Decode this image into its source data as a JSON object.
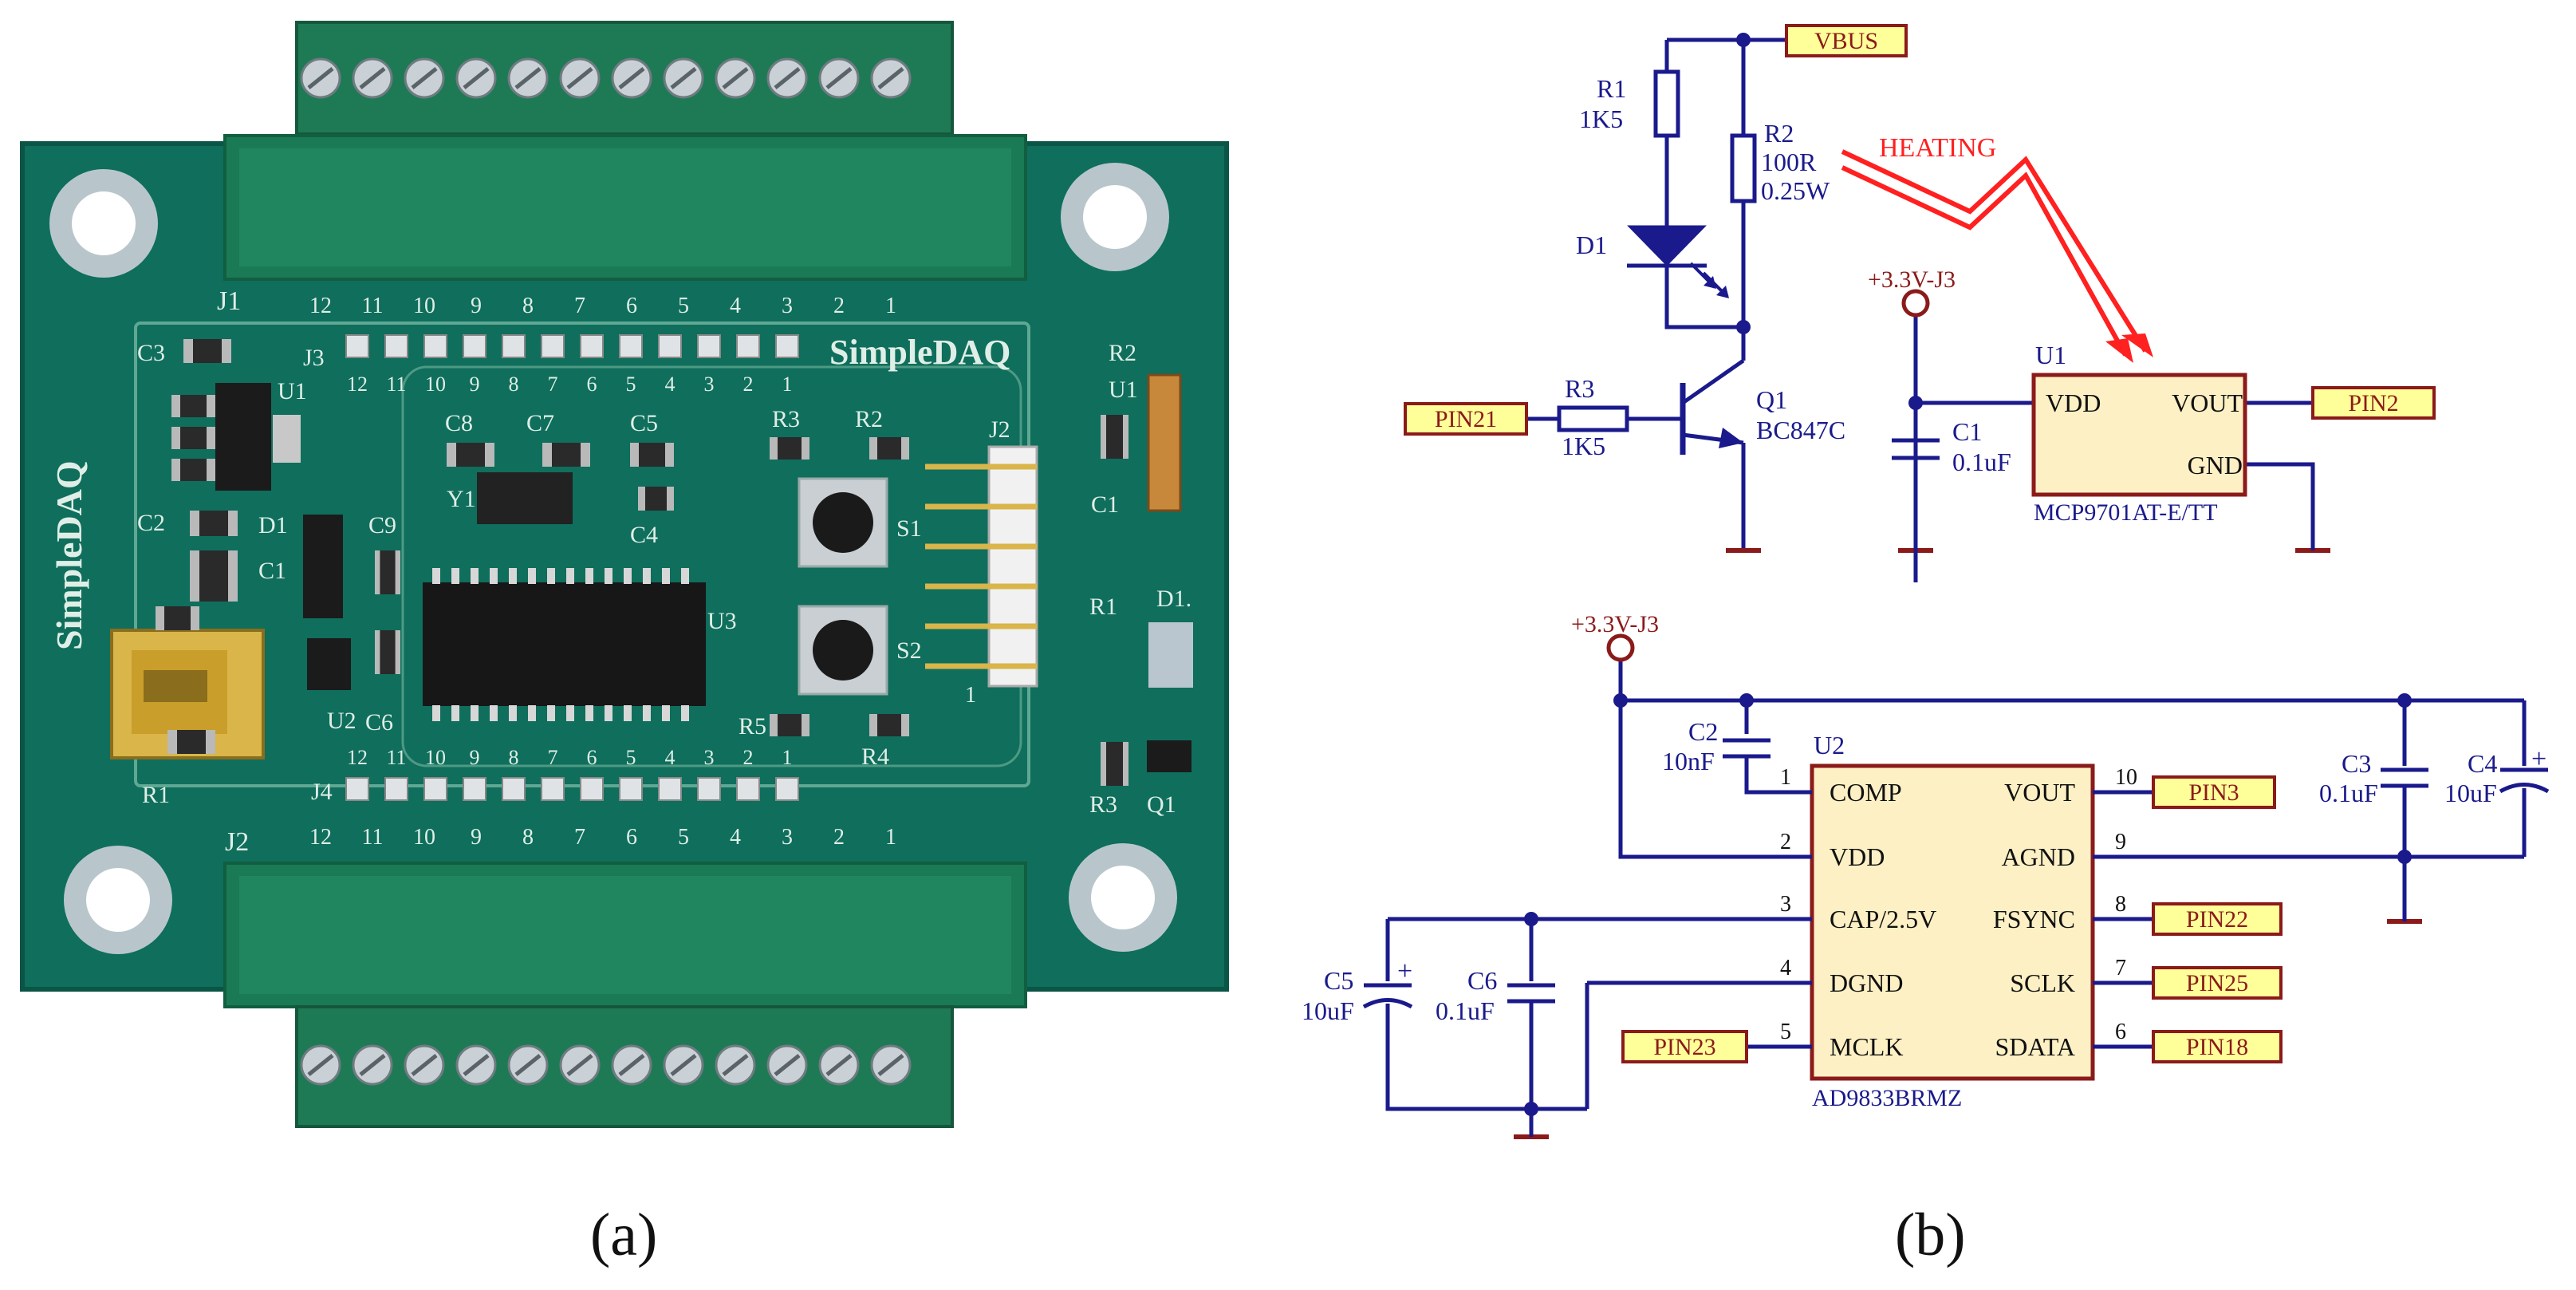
{
  "captions": {
    "a": "(a)",
    "b": "(b)"
  },
  "pcb": {
    "silkscreen_title": "SimpleDAQ",
    "side_label": "SimpleDAQ",
    "connectors": {
      "J1": "J1",
      "J2": "J2",
      "J3": "J3",
      "J4": "J4",
      "J2_header": "J2"
    },
    "pin_numbers": [
      "12",
      "11",
      "10",
      "9",
      "8",
      "7",
      "6",
      "5",
      "4",
      "3",
      "2",
      "1"
    ],
    "components": {
      "C1": "C1",
      "C2": "C2",
      "C3": "C3",
      "C4": "C4",
      "C5": "C5",
      "C6": "C6",
      "C7": "C7",
      "C8": "C8",
      "C9": "C9",
      "R1": "R1",
      "R2": "R2",
      "R3": "R3",
      "R4": "R4",
      "R5": "R5",
      "U1": "U1",
      "U2": "U2",
      "U3": "U3",
      "Y1": "Y1",
      "D1": "D1",
      "Q1": "Q1",
      "S1": "S1",
      "S2": "S2",
      "R2r": "R2",
      "U1r": "U1",
      "D1r": "D1.",
      "R1r": "R1",
      "C1r": "C1",
      "R3r": "R3",
      "Q1r": "Q1",
      "R1l": "R1"
    },
    "header_mark": "1",
    "colors": {
      "board": "#0f6e5c",
      "terminal": "#1e7a55",
      "silk": "#dfeee6"
    }
  },
  "schematic": {
    "colors": {
      "wire": "#1a1a8c",
      "label_fill": "#ffff99",
      "label_border": "#8b1a1a",
      "power": "#8b1a1a",
      "heat": "#ff2020"
    },
    "vbus": "VBUS",
    "r1": {
      "ref": "R1",
      "value": "1K5"
    },
    "r2": {
      "ref": "R2",
      "value": "100R",
      "power": "0.25W"
    },
    "heating": "HEATING",
    "d1": {
      "ref": "D1"
    },
    "q1": {
      "ref": "Q1",
      "value": "BC847C"
    },
    "r3": {
      "ref": "R3",
      "value": "1K5"
    },
    "pin21": "PIN21",
    "pwr1": "+3.3V-J3",
    "c1": {
      "ref": "C1",
      "value": "0.1uF"
    },
    "u1": {
      "ref": "U1",
      "vdd": "VDD",
      "vout": "VOUT",
      "gnd": "GND",
      "part": "MCP9701AT-E/TT"
    },
    "pin2": "PIN2",
    "pwr2": "+3.3V-J3",
    "c2": {
      "ref": "C2",
      "value": "10nF"
    },
    "u2": {
      "ref": "U2",
      "part": "AD9833BRMZ",
      "left_pins": [
        {
          "num": "1",
          "name": "COMP"
        },
        {
          "num": "2",
          "name": "VDD"
        },
        {
          "num": "3",
          "name": "CAP/2.5V"
        },
        {
          "num": "4",
          "name": "DGND"
        },
        {
          "num": "5",
          "name": "MCLK"
        }
      ],
      "right_pins": [
        {
          "num": "10",
          "name": "VOUT"
        },
        {
          "num": "9",
          "name": "AGND"
        },
        {
          "num": "8",
          "name": "FSYNC"
        },
        {
          "num": "7",
          "name": "SCLK"
        },
        {
          "num": "6",
          "name": "SDATA"
        }
      ]
    },
    "pin3": "PIN3",
    "pin22": "PIN22",
    "pin25": "PIN25",
    "pin18": "PIN18",
    "pin23": "PIN23",
    "c3": {
      "ref": "C3",
      "value": "0.1uF"
    },
    "c4": {
      "ref": "C4",
      "value": "10uF"
    },
    "c5": {
      "ref": "C5",
      "value": "10uF"
    },
    "c6": {
      "ref": "C6",
      "value": "0.1uF"
    },
    "plus": "+"
  }
}
